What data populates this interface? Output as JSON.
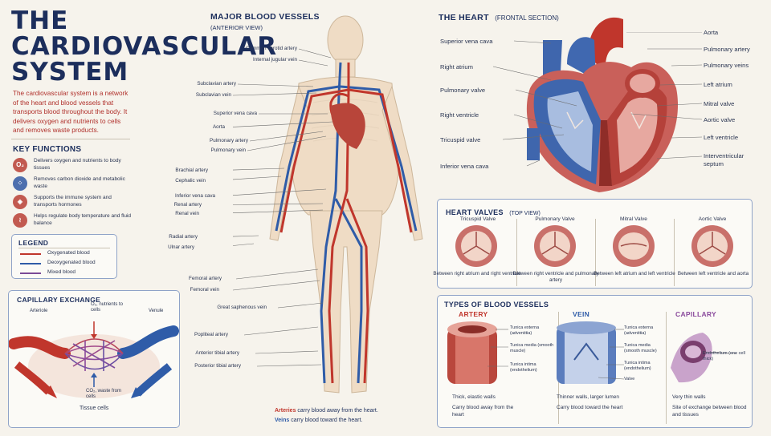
{
  "title": {
    "line1": "THE",
    "line2": "CARDIOVASCULAR",
    "line3": "SYSTEM"
  },
  "intro": "The cardiovascular system is a network of the heart and blood vessels that transports blood throughout the body. It delivers oxygen and nutrients to cells and removes waste products.",
  "key_functions": {
    "heading": "KEY FUNCTIONS",
    "items": [
      {
        "icon": "o2-icon",
        "glyph": "O₂",
        "text": "Delivers oxygen and nutrients to body tissues"
      },
      {
        "icon": "co2-molecule-icon",
        "glyph": "⁘",
        "text": "Removes carbon dioxide and metabolic waste"
      },
      {
        "icon": "shield-icon",
        "glyph": "◈",
        "text": "Supports the immune system and transports hormones"
      },
      {
        "icon": "thermometer-icon",
        "glyph": "≀",
        "text": "Helps regulate body temperature and fluid balance"
      }
    ]
  },
  "legend": {
    "heading": "LEGEND",
    "items": [
      {
        "label": "Oxygenated blood",
        "color": "#c0362c"
      },
      {
        "label": "Deoxygenated blood",
        "color": "#2f5ca8"
      },
      {
        "label": "Mixed blood",
        "color": "#7a4a96"
      }
    ]
  },
  "capillary_exchange": {
    "heading": "CAPILLARY EXCHANGE",
    "arteriole": "Arteriole",
    "venule": "Venule",
    "o2_label": "O₂, nutrients to cells",
    "co2_label": "CO₂, waste from cells",
    "tissue": "Tissue cells"
  },
  "vessels": {
    "heading": "MAJOR BLOOD VESSELS",
    "subheading": "(ANTERIOR VIEW)",
    "labels": [
      "Common carotid artery",
      "Internal jugular vein",
      "Subclavian artery",
      "Subclavian vein",
      "Superior vena cava",
      "Aorta",
      "Pulmonary artery",
      "Pulmonary vein",
      "Brachial artery",
      "Cephalic vein",
      "Inferior vena cava",
      "Renal artery",
      "Renal vein",
      "Radial artery",
      "Ulnar artery",
      "Femoral artery",
      "Femoral vein",
      "Great saphenous vein",
      "Popliteal artery",
      "Anterior tibial artery",
      "Posterior tibial artery"
    ],
    "caption_artery_word": "Arteries",
    "caption_artery_rest": " carry blood away from the heart.",
    "caption_vein_word": "Veins",
    "caption_vein_rest": " carry blood toward the heart."
  },
  "heart": {
    "heading": "THE HEART",
    "subheading": "(FRONTAL SECTION)",
    "left_labels": [
      "Superior vena cava",
      "Right atrium",
      "Pulmonary valve",
      "Right ventricle",
      "Tricuspid valve",
      "Inferior vena cava"
    ],
    "right_labels": [
      "Aorta",
      "Pulmonary artery",
      "Pulmonary veins",
      "Left atrium",
      "Mitral valve",
      "Aortic valve",
      "Left ventricle",
      "Interventricular septum"
    ]
  },
  "heart_valves": {
    "heading": "HEART VALVES",
    "subheading": "(TOP VIEW)",
    "items": [
      {
        "name": "Tricuspid Valve",
        "desc": "Between right atrium and right ventricle"
      },
      {
        "name": "Pulmonary Valve",
        "desc": "Between right ventricle and pulmonary artery"
      },
      {
        "name": "Mitral Valve",
        "desc": "Between left atrium and left ventricle"
      },
      {
        "name": "Aortic Valve",
        "desc": "Between left ventricle and aorta"
      }
    ]
  },
  "vessel_types": {
    "heading": "TYPES OF BLOOD VESSELS",
    "artery": {
      "name": "ARTERY",
      "layers": [
        "Tunica externa (adventitia)",
        "Tunica media (smooth muscle)",
        "Tunica intima (endothelium)"
      ],
      "desc1": "Thick, elastic walls",
      "desc2": "Carry blood away from the heart"
    },
    "vein": {
      "name": "VEIN",
      "layers": [
        "Tunica externa (adventitia)",
        "Tunica media (smooth muscle)",
        "Tunica intima (endothelium)",
        "Valve"
      ],
      "desc1": "Thinner walls, larger lumen",
      "desc2": "Carry blood toward the heart"
    },
    "capillary": {
      "name": "CAPILLARY",
      "layers": [
        "Endothelium (one cell thick)"
      ],
      "desc1": "Very thin walls",
      "desc2": "Site of exchange between blood and tissues"
    }
  }
}
